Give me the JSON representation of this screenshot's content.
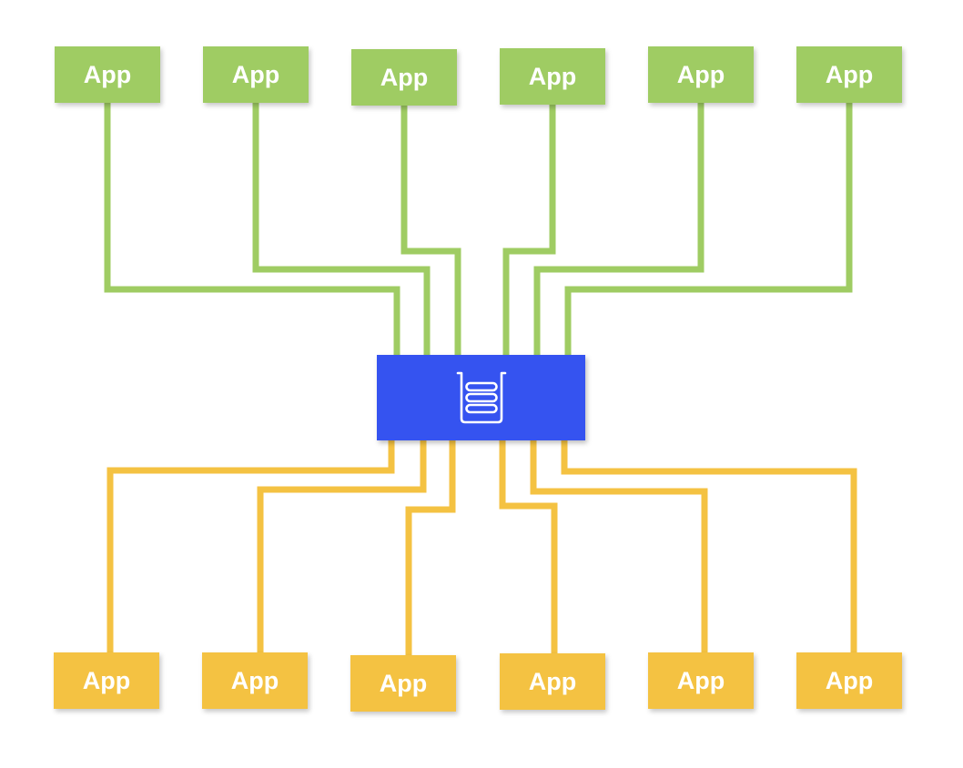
{
  "colors": {
    "top_apps": "#9FCC63",
    "bottom_apps": "#F4C242",
    "hub": "#3553F0",
    "label_text": "#FFFFFF"
  },
  "hub": {
    "icon": "queue-icon"
  },
  "top_apps": [
    {
      "label": "App"
    },
    {
      "label": "App"
    },
    {
      "label": "App"
    },
    {
      "label": "App"
    },
    {
      "label": "App"
    },
    {
      "label": "App"
    }
  ],
  "bottom_apps": [
    {
      "label": "App"
    },
    {
      "label": "App"
    },
    {
      "label": "App"
    },
    {
      "label": "App"
    },
    {
      "label": "App"
    },
    {
      "label": "App"
    }
  ]
}
